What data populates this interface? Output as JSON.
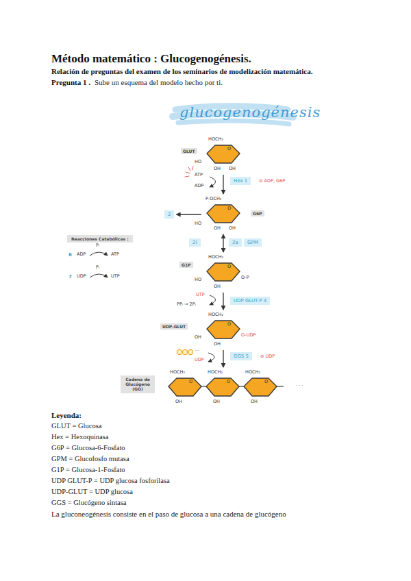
{
  "diagram": {
    "title": "Método matemático : Glucogenogénesis.",
    "nodes": [
      {
        "text": [
          "GLUT",
          "HOCH₂",
          "O",
          "HO",
          "OH",
          "OH"
        ]
      },
      {
        "text": [
          "Hex 1"
        ]
      },
      {
        "text": [
          "2"
        ]
      },
      {
        "text": [
          "G6P",
          "P-OCH₂",
          "O",
          "HO",
          "OH",
          "OH"
        ]
      },
      {
        "text": [
          "2I"
        ]
      },
      {
        "text": [
          "2a"
        ]
      },
      {
        "text": [
          "GPM"
        ]
      },
      {
        "text": [
          "Reacciones Catabólicas :"
        ]
      },
      {
        "text": [
          "G1P",
          "HOCH₂",
          "O",
          "HO",
          "OH",
          "O-P"
        ]
      },
      {
        "text": [
          "UDP GLUT-P 4"
        ]
      },
      {
        "text": [
          "UDP-GLUT",
          "HOCH₂",
          "O",
          "OH",
          "OH",
          "O-UDP"
        ]
      },
      {
        "text": [
          "GGS 5"
        ]
      },
      {
        "text": [
          "Cadena de Glucógeno (GG)",
          "HOCH₂",
          "HOCH₂",
          "HOCH₂",
          "O",
          "O",
          "O",
          "OH",
          "OH",
          "OH"
        ]
      }
    ],
    "edges": [
      {
        "from": 0,
        "to": 3,
        "arrow": "to"
      },
      {
        "from": 3,
        "to": 2,
        "arrow": "to"
      },
      {
        "from": 3,
        "to": 8,
        "arrow": "both"
      },
      {
        "from": 8,
        "to": 10,
        "arrow": "to"
      },
      {
        "from": 10,
        "to": 12,
        "arrow": "to"
      }
    ],
    "labels": [
      "Relación de preguntas del examen de los seminarios de modelización matemática.",
      "Pregunta 1 .",
      "Sube un esquema del modelo hecho por ti.",
      "glucogenogénesis",
      "ATP",
      "ADP",
      "⊖ ADP, G6P",
      "6",
      "ADP",
      "Pᵢ",
      "ATP",
      "7",
      "UDP",
      "Pᵢ",
      "UTP",
      "UTP",
      "PPᵢ → 2Pᵢ",
      "···",
      "UDP",
      "⊖ UDP",
      "· · ·",
      "Leyenda:",
      "La gluconeogénesis consiste en el paso de glucosa a una cadena de glucógeno"
    ],
    "legend": [
      {
        "text": "GLUT = Glucosa"
      },
      {
        "text": "Hex = Hexoquinasa"
      },
      {
        "text": "G6P = Glucosa-6-Fosfato"
      },
      {
        "text": "GPM = Glucofosfo mutasa"
      },
      {
        "text": "G1P = Glucosa-1-Fosfato"
      },
      {
        "text": "UDP GLUT-P = UDP glucosa fosforilasa"
      },
      {
        "text": "UDP-GLUT = UDP glucosa"
      },
      {
        "text": "GGS = Glucógeno sintasa"
      }
    ]
  }
}
